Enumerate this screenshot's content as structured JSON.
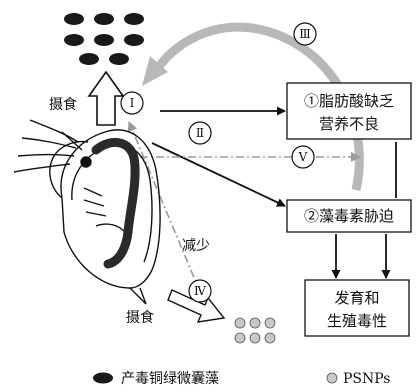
{
  "boxes": {
    "fatty_acid": {
      "line1": "①脂肪酸缺乏",
      "line2": "营养不良"
    },
    "toxin_stress": {
      "line1": "②藻毒素胁迫"
    },
    "development": {
      "line1": "发育和",
      "line2": "生殖毒性"
    }
  },
  "pathway_labels": {
    "I": "Ⅰ",
    "II": "Ⅱ",
    "III": "Ⅲ",
    "IV": "Ⅳ",
    "V": "Ⅴ"
  },
  "text_labels": {
    "ingest_top": "摄食",
    "ingest_bottom": "摄食",
    "decrease": "减少"
  },
  "legend": {
    "algae": "产毒铜绿微囊藻",
    "psnps": "PSNPs"
  },
  "colors": {
    "ink": "#111111",
    "algae": "#1a1a1a",
    "psnp": "#c8c8c8",
    "dashed_gray": "#9a9a9a",
    "curved_arrow": "#b8b8b8"
  }
}
